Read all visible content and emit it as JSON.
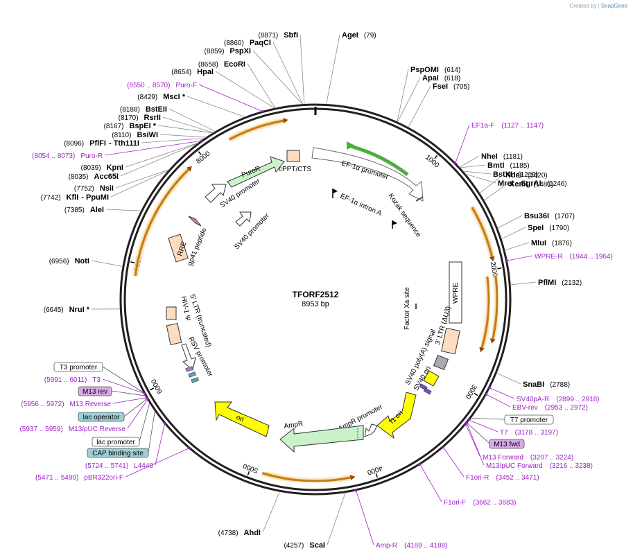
{
  "credit": {
    "prefix": "Created by",
    "brand": "SnapGene"
  },
  "plasmid": {
    "name": "TFORF2512",
    "length": "8953 bp",
    "total_bp": 8953
  },
  "ticks": [
    "1000",
    "2000",
    "3000",
    "4000",
    "5000",
    "6000",
    "7000",
    "8000"
  ],
  "sites": [
    {
      "name": "AgeI",
      "pos": "(79)"
    },
    {
      "name": "PspOMI",
      "pos": "(614)"
    },
    {
      "name": "ApaI",
      "pos": "(618)"
    },
    {
      "name": "FseI",
      "pos": "(705)"
    },
    {
      "name": "NheI",
      "pos": "(1181)"
    },
    {
      "name": "BmtI",
      "pos": "(1185)"
    },
    {
      "name": "BstXI",
      "pos": "(1219)"
    },
    {
      "name": "MreI",
      "pos": "(1246)",
      "extra": "- SgrAI"
    },
    {
      "name": "NdeI",
      "pos": "(1420)"
    },
    {
      "name": "XcmI",
      "pos": "(1481)"
    },
    {
      "name": "Bsu36I",
      "pos": "(1707)"
    },
    {
      "name": "SpeI",
      "pos": "(1790)"
    },
    {
      "name": "MluI",
      "pos": "(1876)"
    },
    {
      "name": "PflMI",
      "pos": "(2132)"
    },
    {
      "name": "SnaBI",
      "pos": "(2788)"
    },
    {
      "name": "ScaI",
      "pos": "(4257)"
    },
    {
      "name": "AhdI",
      "pos": "(4738)"
    },
    {
      "name": "NruI *",
      "pos": "(6645)"
    },
    {
      "name": "NotI",
      "pos": "(6956)"
    },
    {
      "name": "AleI",
      "pos": "(7385)"
    },
    {
      "name": "KflI",
      "pos": "(7742)",
      "extra": "- PpuMI"
    },
    {
      "name": "NsiI",
      "pos": "(7752)"
    },
    {
      "name": "Acc65I",
      "pos": "(8035)"
    },
    {
      "name": "KpnI",
      "pos": "(8039)"
    },
    {
      "name": "PflFI",
      "pos": "(8096)",
      "extra": "- Tth111I"
    },
    {
      "name": "BsiWI",
      "pos": "(8110)"
    },
    {
      "name": "BspEI *",
      "pos": "(8167)"
    },
    {
      "name": "RsrII",
      "pos": "(8170)"
    },
    {
      "name": "BstEII",
      "pos": "(8188)"
    },
    {
      "name": "MscI *",
      "pos": "(8429)"
    },
    {
      "name": "HpaI",
      "pos": "(8654)"
    },
    {
      "name": "EcoRI",
      "pos": "(8658)"
    },
    {
      "name": "PspXI",
      "pos": "(8859)"
    },
    {
      "name": "PaqCI",
      "pos": "(8860)"
    },
    {
      "name": "SbfI",
      "pos": "(8871)"
    }
  ],
  "primers": [
    {
      "name": "EF1a-F",
      "range": "(1127 .. 1147)"
    },
    {
      "name": "WPRE-R",
      "range": "(1944 .. 1964)"
    },
    {
      "name": "SV40pA-R",
      "range": "(2899 .. 2918)"
    },
    {
      "name": "EBV-rev",
      "range": "(2953 .. 2972)"
    },
    {
      "name": "T7",
      "range": "(3178 .. 3197)"
    },
    {
      "name": "M13 Forward",
      "range": "(3207 .. 3224)"
    },
    {
      "name": "M13/pUC Forward",
      "range": "(3216 .. 3238)"
    },
    {
      "name": "F1ori-R",
      "range": "(3452 .. 3471)"
    },
    {
      "name": "F1ori-F",
      "range": "(3662 .. 3683)"
    },
    {
      "name": "Amp-R",
      "range": "(4169 .. 4188)"
    },
    {
      "name": "pBR322ori-F",
      "range": "(5471 .. 5490)"
    },
    {
      "name": "L4440",
      "range": "(5724 .. 5741)"
    },
    {
      "name": "M13/pUC Reverse",
      "range": "(5937 .. 5959)"
    },
    {
      "name": "M13 Reverse",
      "range": "(5956 .. 5972)"
    },
    {
      "name": "T3",
      "range": "(5991 .. 6011)"
    },
    {
      "name": "Puro-R",
      "range": "(8054 .. 8073)"
    },
    {
      "name": "Puro-F",
      "range": "(8550 .. 8570)"
    }
  ],
  "boxed_features": [
    {
      "name": "T7 promoter",
      "fill": "#ffffff"
    },
    {
      "name": "M13 fwd",
      "fill": "#d9a8e8"
    },
    {
      "name": "T3 promoter",
      "fill": "#ffffff"
    },
    {
      "name": "M13 rev",
      "fill": "#d9a8e8"
    },
    {
      "name": "lac operator",
      "fill": "#9ecfd9"
    },
    {
      "name": "lac promoter",
      "fill": "#ffffff"
    },
    {
      "name": "CAP binding site",
      "fill": "#9ecfd9"
    }
  ],
  "features": {
    "ef1a_promoter": "EF-1α promoter",
    "ef1a_intron": "EF-1α intron A",
    "kozak": "Kozak sequence",
    "cppt": "cPPT/CTS",
    "puror": "PuroR",
    "sv40_prom1": "SV40 promoter",
    "sv40_prom2": "SV40 promoter",
    "rre": "RRE",
    "gp41": "gp41 peptide",
    "ltr5": "5' LTR (truncated)",
    "hiv_psi": "HIV-1 Ψ",
    "rsv": "RSV promoter",
    "factor_xa": "Factor Xa site",
    "wpre": "WPRE",
    "ltr3": "3' LTR (ΔU3)",
    "sv40_polya": "SV40 poly(A) signal",
    "sv40_ori": "SV40 ori",
    "f1_ori": "f1 ori",
    "ampr_prom": "AmpR promoter",
    "ampr": "AmpR",
    "ori": "ori"
  },
  "colors": {
    "backbone": "#231f20",
    "orf_orange": "#f5a623",
    "primer_purple": "#a020c8",
    "promoter_green": "#c9f2c9",
    "yellow_feature": "#ffff00",
    "ltr_peach": "#fddcc0"
  }
}
